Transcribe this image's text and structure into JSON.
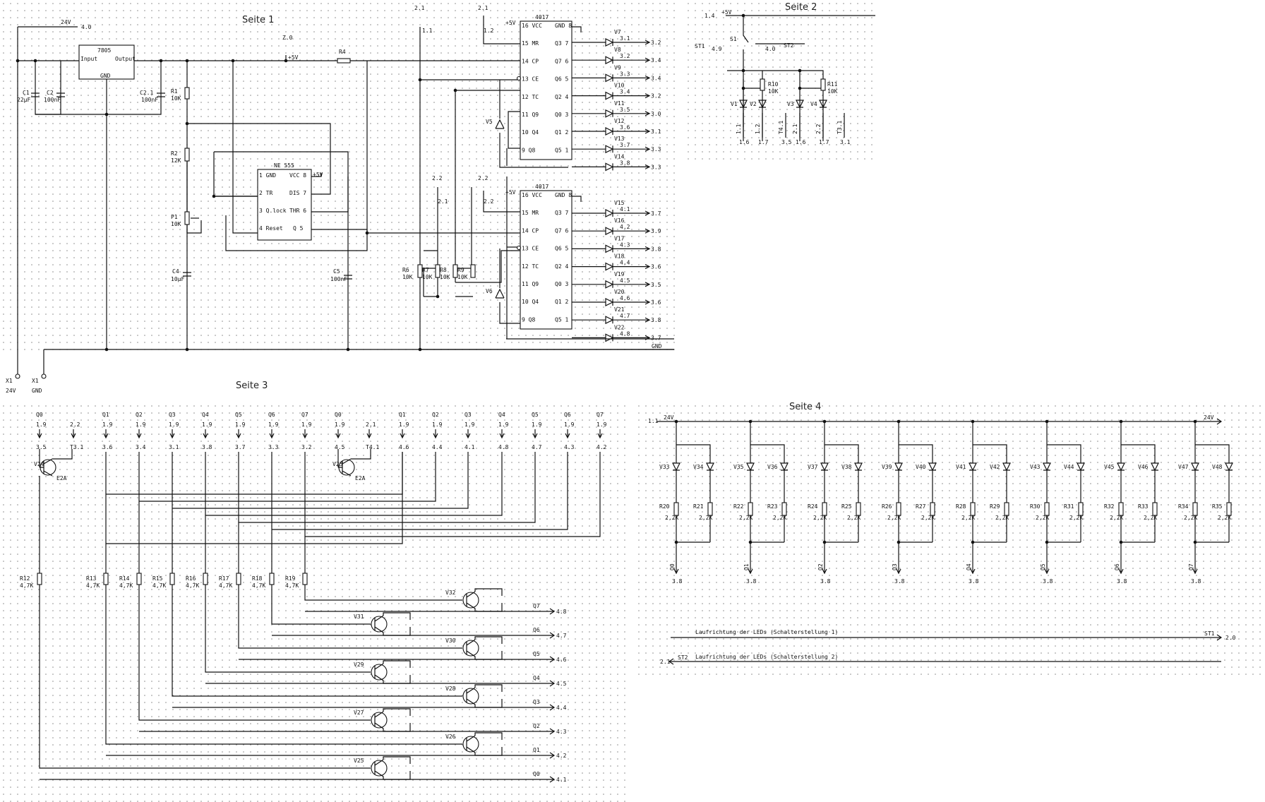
{
  "pages": [
    {
      "id": "seite1",
      "label": "Seite 1"
    },
    {
      "id": "seite2",
      "label": "Seite 2"
    },
    {
      "id": "seite3",
      "label": "Seite 3"
    },
    {
      "id": "seite4",
      "label": "Seite 4"
    }
  ],
  "seite1": {
    "supply_label": "24V",
    "supply_ref": "4.0",
    "regulator": {
      "name": "7805",
      "input": "Input",
      "output": "Output",
      "gnd": "GND"
    },
    "caps": [
      {
        "ref": "C1",
        "value": "22µF"
      },
      {
        "ref": "C2",
        "value": "100nF"
      },
      {
        "ref": "C2.1",
        "value": "100nF"
      },
      {
        "ref": "C4",
        "value": "10µF"
      },
      {
        "ref": "C5",
        "value": "100nF"
      }
    ],
    "resistors": [
      {
        "ref": "R1",
        "value": "10K"
      },
      {
        "ref": "R2",
        "value": "12K"
      },
      {
        "ref": "P1",
        "value": "10K"
      },
      {
        "ref": "R4",
        "value": ""
      },
      {
        "ref": "R6",
        "value": "10K"
      },
      {
        "ref": "R7",
        "value": "10K"
      },
      {
        "ref": "R8",
        "value": "10K"
      },
      {
        "ref": "R9",
        "value": "10K"
      }
    ],
    "plus5v": "+5V",
    "ref_z0": "Z.0",
    "timer": {
      "name": "NE 555",
      "pins_left": [
        "1 GND",
        "2 TR",
        "3 Q.lock",
        "4 Reset"
      ],
      "pins_right": [
        "VCC 8",
        "DIS 7",
        "THR 6",
        "Q 5"
      ],
      "vcc": "+5V"
    },
    "counter1": {
      "name": "4017",
      "vcc_tag": "+5V",
      "pins_left": [
        "16 VCC",
        "15 MR",
        "14 CP",
        "13 CE",
        "12 TC",
        "11 Q9",
        "10 Q4",
        "9 Q8"
      ],
      "pins_right": [
        "GND 8",
        "Q3 7",
        "Q7 6",
        "Q6 5",
        "Q2 4",
        "Q0 3",
        "Q1 2",
        "Q5 1"
      ]
    },
    "counter2": {
      "name": "4017",
      "vcc_tag": "+5V",
      "pins_left": [
        "16 VCC",
        "15 MR",
        "14 CP",
        "13 CE",
        "12 TC",
        "11 Q9",
        "10 Q4",
        "9 Q8"
      ],
      "pins_right": [
        "GND 8",
        "Q3 7",
        "Q7 6",
        "Q6 5",
        "Q2 4",
        "Q0 3",
        "Q1 2",
        "Q5 1"
      ]
    },
    "top_refs": [
      "2.1",
      "2.1",
      "2.2",
      "2.2",
      "1.1",
      "1.2",
      "2.1",
      "2.2"
    ],
    "diodes1": [
      {
        "ref": "V7",
        "net": "3.1",
        "out": "3.2"
      },
      {
        "ref": "V8",
        "net": "3.2",
        "out": "3.4"
      },
      {
        "ref": "V9",
        "net": "3.3",
        "out": "3.4"
      },
      {
        "ref": "V10",
        "net": "3.4",
        "out": "3.2"
      },
      {
        "ref": "V11",
        "net": "3.5",
        "out": "3.0"
      },
      {
        "ref": "V12",
        "net": "3.6",
        "out": "3.1"
      },
      {
        "ref": "V13",
        "net": "3.7",
        "out": "3.3"
      },
      {
        "ref": "V14",
        "net": "3.8",
        "out": "3.3"
      }
    ],
    "diodes2": [
      {
        "ref": "V15",
        "net": "4.1",
        "out": "3.7"
      },
      {
        "ref": "V16",
        "net": "4.2",
        "out": "3.9"
      },
      {
        "ref": "V17",
        "net": "4.3",
        "out": "3.8"
      },
      {
        "ref": "V18",
        "net": "4.4",
        "out": "3.6"
      },
      {
        "ref": "V19",
        "net": "4.5",
        "out": "3.5"
      },
      {
        "ref": "V20",
        "net": "4.6",
        "out": "3.6"
      },
      {
        "ref": "V21",
        "net": "4.7",
        "out": "3.8"
      },
      {
        "ref": "V22",
        "net": "4.8",
        "out": "3.7"
      }
    ],
    "v5": "V5",
    "v6": "V6",
    "gnd_label": "GND",
    "connectors": [
      {
        "ref": "X1",
        "sub": "24V"
      },
      {
        "ref": "X1",
        "sub": "GND"
      }
    ]
  },
  "seite2": {
    "supply": "+5V",
    "ref_in": "1.4",
    "switch": "S1",
    "st1": "ST1",
    "st1_ref": "4.9",
    "st2": "ST2",
    "st2_ref": "4.0",
    "resistors": [
      {
        "ref": "R10",
        "value": "10K"
      },
      {
        "ref": "R11",
        "value": "10K"
      }
    ],
    "diodes": [
      "V1",
      "V2",
      "V3",
      "V4"
    ],
    "bottom_nets": [
      "1.1",
      "1.2",
      "T4.1",
      "2.1",
      "2.2",
      "T3.1"
    ],
    "bottom_refs": [
      "1.6",
      "1.7",
      "3.5",
      "1.6",
      "1.7",
      "3.1"
    ]
  },
  "seite3": {
    "q_labels": [
      "Q0",
      "Q1",
      "Q2",
      "Q3",
      "Q4",
      "Q5",
      "Q6",
      "Q7",
      "Q0",
      "Q1",
      "Q2",
      "Q3",
      "Q4",
      "Q5",
      "Q6",
      "Q7"
    ],
    "top_nets": [
      "1.9",
      "2.2",
      "1.9",
      "1.9",
      "1.9",
      "1.9",
      "1.9",
      "1.9",
      "1.9",
      "1.9",
      "2.1",
      "1.9",
      "1.9",
      "1.9",
      "1.9",
      "1.9",
      "1.9",
      "1.9"
    ],
    "mid_nets": [
      "3.5",
      "T3.1",
      "3.6",
      "3.4",
      "3.1",
      "3.8",
      "3.7",
      "3.3",
      "3.2",
      "4.5",
      "T4.1",
      "4.6",
      "4.4",
      "4.1",
      "4.8",
      "4.7",
      "4.3",
      "4.2"
    ],
    "t1": {
      "ref": "V24",
      "part": "E2A"
    },
    "t2": {
      "ref": "V23",
      "part": "E2A"
    },
    "resistors": [
      {
        "ref": "R12",
        "value": "4,7K"
      },
      {
        "ref": "R13",
        "value": "4,7K"
      },
      {
        "ref": "R14",
        "value": "4,7K"
      },
      {
        "ref": "R15",
        "value": "4,7K"
      },
      {
        "ref": "R16",
        "value": "4,7K"
      },
      {
        "ref": "R17",
        "value": "4,7K"
      },
      {
        "ref": "R18",
        "value": "4,7K"
      },
      {
        "ref": "R19",
        "value": "4,7K"
      }
    ],
    "transistors": [
      {
        "ref": "V32",
        "q": "Q7",
        "net": "4.8"
      },
      {
        "ref": "V31",
        "q": "Q6",
        "net": "4.7"
      },
      {
        "ref": "V30",
        "q": "Q5",
        "net": "4.6"
      },
      {
        "ref": "V29",
        "q": "Q4",
        "net": "4.5"
      },
      {
        "ref": "V28",
        "q": "Q3",
        "net": "4.4"
      },
      {
        "ref": "V27",
        "q": "Q2",
        "net": "4.3"
      },
      {
        "ref": "V26",
        "q": "Q1",
        "net": "4.2"
      },
      {
        "ref": "V25",
        "q": "Q0",
        "net": "4.1"
      }
    ]
  },
  "seite4": {
    "rail_left": "1.1",
    "rail_label_left": "24V",
    "rail_label_right": "24V",
    "leds": [
      "V33",
      "V34",
      "V35",
      "V36",
      "V37",
      "V38",
      "V39",
      "V40",
      "V41",
      "V42",
      "V43",
      "V44",
      "V45",
      "V46",
      "V47",
      "V48"
    ],
    "resistors": [
      "R20",
      "R21",
      "R22",
      "R23",
      "R24",
      "R25",
      "R26",
      "R27",
      "R28",
      "R29",
      "R30",
      "R31",
      "R32",
      "R33",
      "R34",
      "R35"
    ],
    "res_value": "2,2K",
    "outputs": [
      "Q0",
      "Q1",
      "Q2",
      "Q3",
      "Q4",
      "Q5",
      "Q6",
      "Q7"
    ],
    "out_ref": "3.8",
    "arrow1": {
      "text": "Laufrichtung der LEDs (Schalterstellung 1)",
      "tag": "ST1",
      "ref": "2.0"
    },
    "arrow2": {
      "text": "Laufrichtung der LEDs (Schalterstellung 2)",
      "tag": "ST2",
      "ref": "2.1"
    }
  }
}
